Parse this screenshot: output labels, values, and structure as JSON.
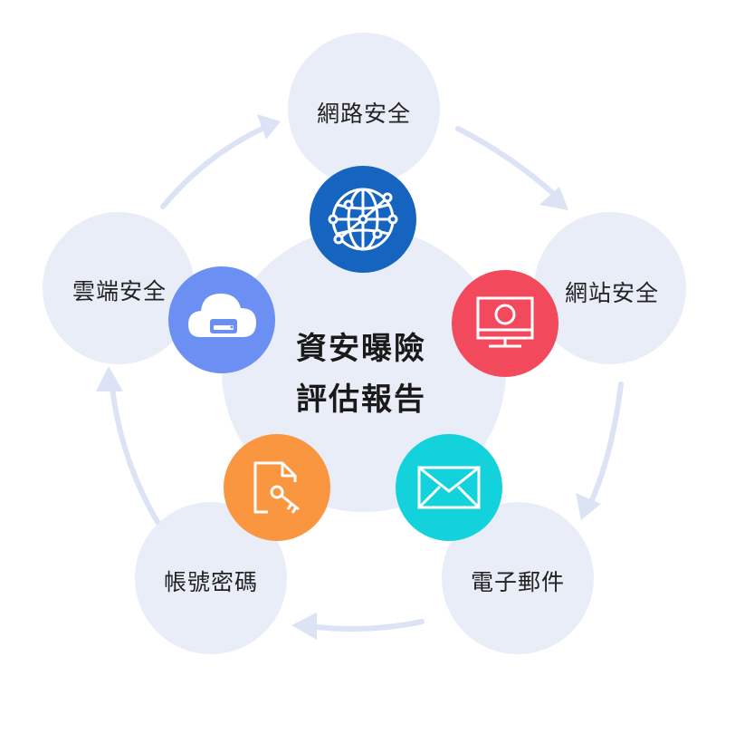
{
  "center": {
    "line1": "資安曝險",
    "line2": "評估報告"
  },
  "topics": [
    {
      "label": "網路安全",
      "icon": "globe-network-icon",
      "color": "#1565c0"
    },
    {
      "label": "網站安全",
      "icon": "monitor-icon",
      "color": "#f2495c"
    },
    {
      "label": "電子郵件",
      "icon": "envelope-icon",
      "color": "#14d2dc"
    },
    {
      "label": "帳號密碼",
      "icon": "document-key-icon",
      "color": "#fb9640"
    },
    {
      "label": "雲端安全",
      "icon": "cloud-storage-icon",
      "color": "#6b8ff2"
    }
  ],
  "colors": {
    "bubble": "#e8edf8",
    "arrow": "#dce3f4"
  }
}
